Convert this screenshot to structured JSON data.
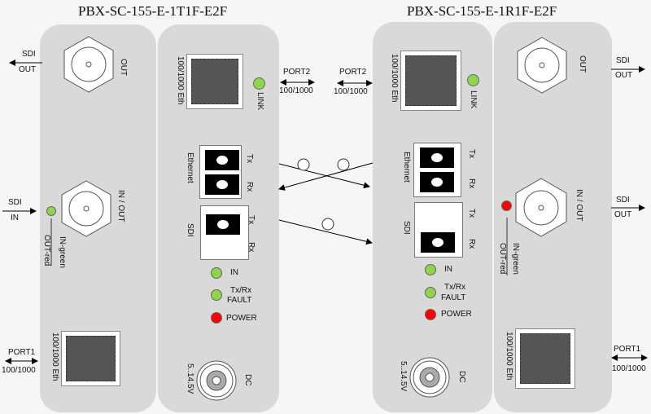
{
  "left_device": {
    "title": "PBX-SC-155-E-1T1F-E2F",
    "bnc_out_label": "OUT",
    "bnc_inout_label": "IN / OUT",
    "led_legend_green": "IN-green",
    "led_legend_red": "OUT-red",
    "eth_port_label": "100/1000 Eth",
    "link_label": "LINK",
    "port1_eth_label": "100/1000 Eth",
    "sfp_ethernet_label": "Ethernet",
    "sfp_sdi_label": "SDI",
    "tx_label": "Tx",
    "rx_label": "Rx",
    "status_in": "IN",
    "status_txrx": "Tx/Rx",
    "status_fault": "FAULT",
    "status_power": "POWER",
    "dc_label": "DC",
    "dc_voltage": "5..14.5V",
    "inout_led_color": "#8fd44a"
  },
  "right_device": {
    "title": "PBX-SC-155-E-1R1F-E2F",
    "bnc_out_label": "OUT",
    "bnc_inout_label": "IN / OUT",
    "led_legend_green": "IN-green",
    "led_legend_red": "OUT-red",
    "eth_port_label": "100/1000 Eth",
    "link_label": "LINK",
    "port1_eth_label": "100/1000 Eth",
    "sfp_ethernet_label": "Ethernet",
    "sfp_sdi_label": "SDI",
    "tx_label": "Tx",
    "rx_label": "Rx",
    "status_in": "IN",
    "status_txrx": "Tx/Rx",
    "status_fault": "FAULT",
    "status_power": "POWER",
    "dc_label": "DC",
    "dc_voltage": "5..14.5V",
    "inout_led_color": "#ff0000"
  },
  "external": {
    "left_sdi_out_top": "SDI",
    "left_sdi_out_bottom": "OUT",
    "left_sdi_in_top": "SDI",
    "left_sdi_in_bottom": "IN",
    "left_port1_top": "PORT1",
    "left_port1_bottom": "100/1000",
    "left_port2_top": "PORT2",
    "left_port2_bottom": "100/1000",
    "right_port2_top": "PORT2",
    "right_port2_bottom": "100/1000",
    "right_sdi_out1_top": "SDI",
    "right_sdi_out1_bottom": "OUT",
    "right_sdi_out2_top": "SDI",
    "right_sdi_out2_bottom": "OUT",
    "right_port1_top": "PORT1",
    "right_port1_bottom": "100/1000"
  },
  "colors": {
    "panel": "#d9d9d9",
    "led_green": "#8fd44a",
    "led_red": "#ff0000",
    "background": "#f6f6f6"
  }
}
